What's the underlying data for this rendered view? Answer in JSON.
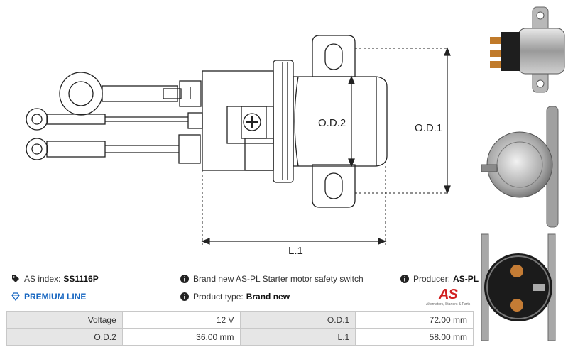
{
  "dimensions": {
    "od1": "O.D.1",
    "od2": "O.D.2",
    "l1": "L.1"
  },
  "info": {
    "index_label": "AS index:",
    "index_value": "SS1116P",
    "description": "Brand new AS-PL Starter motor safety switch",
    "producer_label": "Producer:",
    "producer_value": "AS-PL",
    "premium": "PREMIUM LINE",
    "product_type_label": "Product type:",
    "product_type_value": "Brand new"
  },
  "logo": {
    "mark": "AS",
    "tagline": "Alternators, Starters & Parts"
  },
  "specs": [
    {
      "k1": "Voltage",
      "v1": "12 V",
      "k2": "O.D.1",
      "v2": "72.00 mm"
    },
    {
      "k1": "O.D.2",
      "v1": "36.00 mm",
      "k2": "L.1",
      "v2": "58.00 mm"
    }
  ],
  "colors": {
    "premium_blue": "#1565c0",
    "logo_red": "#d11f1f",
    "key_cell_bg": "#e6e6e6",
    "border": "#c8c8c8"
  },
  "icons": [
    "tag-icon",
    "info-icon",
    "diamond-icon"
  ]
}
